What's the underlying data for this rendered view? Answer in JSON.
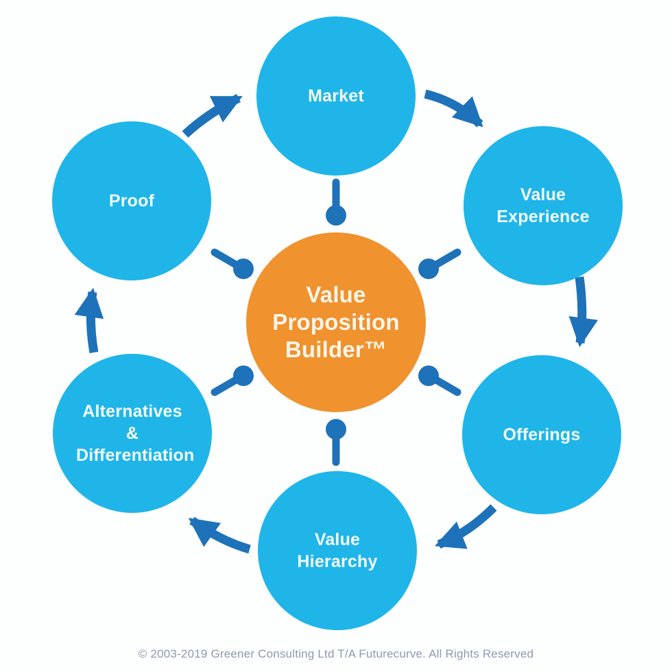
{
  "diagram": {
    "title": "Value Proposition Builder™",
    "center": {
      "label": "Value Proposition Builder™"
    },
    "nodes": [
      {
        "id": "market",
        "label": "Market"
      },
      {
        "id": "value-experience",
        "label": "Value Experience"
      },
      {
        "id": "offerings",
        "label": "Offerings"
      },
      {
        "id": "value-hierarchy",
        "label": "Value Hierarchy"
      },
      {
        "id": "alternatives-differentiation",
        "label": "Alternatives & Differentiation"
      },
      {
        "id": "proof",
        "label": "Proof"
      }
    ],
    "flow_arrows": [
      {
        "from": "Market",
        "to": "Value Experience"
      },
      {
        "from": "Value Experience",
        "to": "Offerings"
      },
      {
        "from": "Offerings",
        "to": "Value Hierarchy"
      },
      {
        "from": "Value Hierarchy",
        "to": "Alternatives & Differentiation"
      },
      {
        "from": "Alternatives & Differentiation",
        "to": "Proof"
      },
      {
        "from": "Proof",
        "to": "Market"
      }
    ],
    "spokes_to_center": [
      "Market",
      "Value Experience",
      "Offerings",
      "Value Hierarchy",
      "Alternatives & Differentiation",
      "Proof"
    ],
    "colors": {
      "page_bg": "#fdfefe",
      "node_fill": "#1fb5e9",
      "center_fill": "#f0922e",
      "arrow": "#1e72b9",
      "label_text": "#f2fbff",
      "footer_text": "#8c9aaf"
    },
    "footer": "© 2003-2019 Greener Consulting Ltd T/A Futurecurve. All Rights Reserved"
  }
}
